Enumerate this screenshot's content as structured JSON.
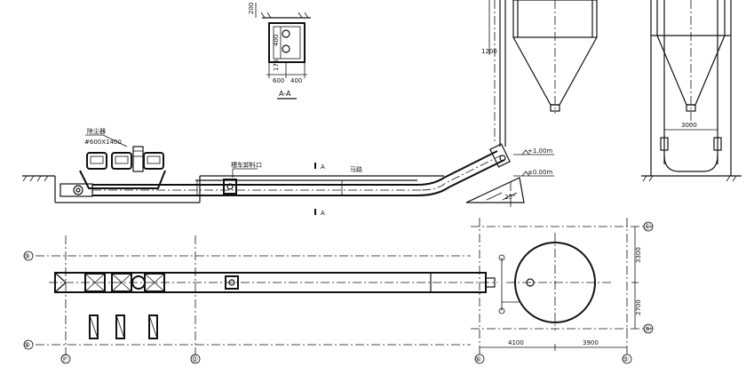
{
  "section_aa": {
    "dim_top": "200",
    "dim_400v": "400",
    "dim_175": "175",
    "dim_600": "600",
    "dim_400h": "400",
    "title": "A-A"
  },
  "elevation": {
    "dust_collector_label": "除尘器",
    "dust_collector_size": "#600X1400",
    "section_mark_a": "A",
    "truck_unload_label": "槽车卸料口",
    "road_label": "马路",
    "level_high": "+1.00m",
    "level_zero": "±0.00m",
    "angle": "25°",
    "dim_1200": "1200",
    "dim_3000": "3000"
  },
  "plan": {
    "axis_9": "⑨",
    "axis_8": "⑧",
    "axis_p": "Ⓟ",
    "axis_q": "Ⓠ",
    "axis_c": "Ⓒ",
    "axis_b": "Ⓑ",
    "axis_6": "⑥",
    "axis_5": "⑤",
    "dim_3300": "3300",
    "dim_2700": "2700",
    "dim_4100": "4100",
    "dim_3900": "3900"
  },
  "colors": {
    "line": "#111111",
    "background": "#ffffff"
  }
}
